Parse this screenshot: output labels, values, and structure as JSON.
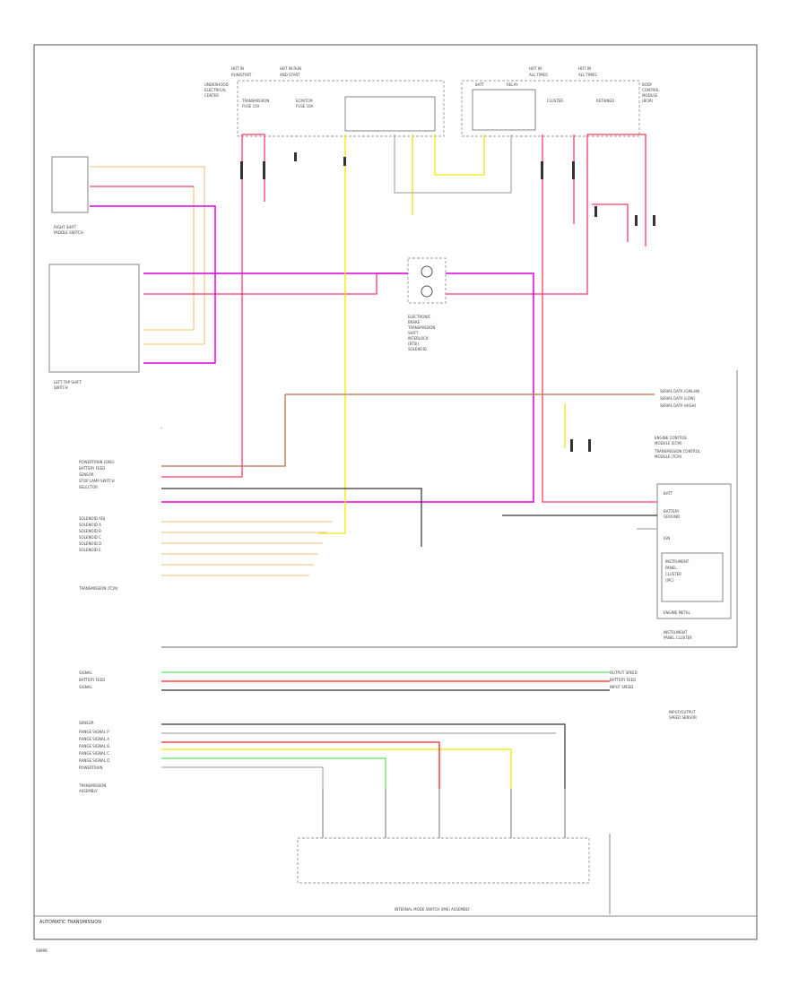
{
  "diagram": {
    "title": "AUTOMATIC TRANSMISSION",
    "footer_code": "S8898",
    "bottom_assembly": "INTERNAL MODE SWITCH (IMS) ASSEMBLY",
    "colors": {
      "pink": "#ff3b6b",
      "magenta": "#e000e0",
      "yellow": "#f2e600",
      "peach": "#f6c98f",
      "brown": "#b4704a",
      "green": "#5fe05f",
      "red": "#ff2222",
      "black": "#333333",
      "gray": "#9a9a9a"
    }
  }
}
